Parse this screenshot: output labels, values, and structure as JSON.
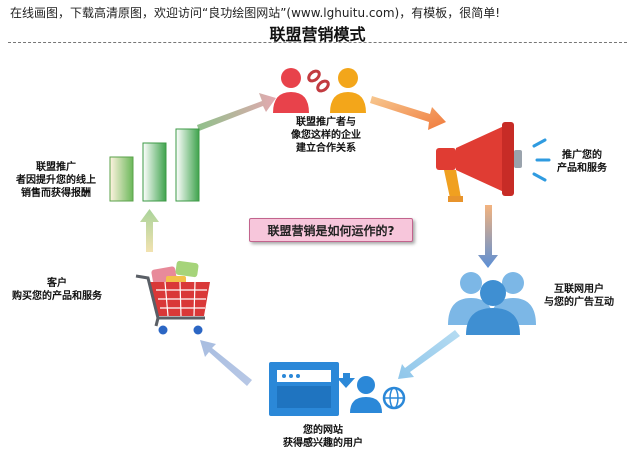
{
  "banner": {
    "text": "在线画图，下载高清原图，欢迎访问“良功绘图网站”(www.lghuitu.com)，有模板，很简单!"
  },
  "diagram": {
    "title": "联盟营销模式",
    "center_question": "联盟营销是如何运作的?",
    "steps": {
      "partners": {
        "line1": "联盟推广者与",
        "line2": "像您这样的企业",
        "line3": "建立合作关系"
      },
      "promote": {
        "line1": "推广您的",
        "line2": "产品和服务"
      },
      "users": {
        "line1": "互联网用户",
        "line2": "与您的广告互动"
      },
      "website": {
        "line1": "您的网站",
        "line2": "获得感兴趣的用户"
      },
      "customer": {
        "line1": "客户",
        "line2": "购买您的产品和服务"
      },
      "reward": {
        "line1": "联盟推广",
        "line2": "者因提升您的线上",
        "line3": "销售而获得报酬"
      }
    },
    "colors": {
      "people_red": "#e8424b",
      "people_orange": "#f3a61a",
      "megaphone_red": "#e03c33",
      "users_blue": "#4a9ad6",
      "website_blue": "#2b88d8",
      "bars_green": "#4caf50",
      "cart_red": "#d93838"
    },
    "icons": [
      "partner-people-icon",
      "megaphone-icon",
      "user-group-icon",
      "website-icon",
      "shopping-cart-icon",
      "growth-bars-icon"
    ]
  }
}
